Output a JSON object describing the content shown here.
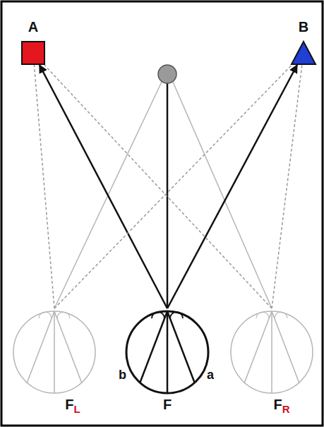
{
  "diagram": {
    "nodes": [
      {
        "text": [
          "A"
        ]
      },
      {
        "text": [
          "B"
        ]
      },
      {
        "text": [
          "F",
          "L"
        ]
      },
      {
        "text": [
          "F"
        ]
      },
      {
        "text": [
          "F",
          "R"
        ]
      }
    ],
    "edges": [
      {
        "from": 3,
        "to": 0,
        "arrow": "to"
      },
      {
        "from": 3,
        "to": 1,
        "arrow": "to"
      },
      {
        "from": 2,
        "to": 0,
        "arrow": "none"
      },
      {
        "from": 2,
        "to": 1,
        "arrow": "none"
      },
      {
        "from": 4,
        "to": 0,
        "arrow": "none"
      },
      {
        "from": 4,
        "to": 1,
        "arrow": "none"
      }
    ],
    "labels": [
      "b",
      "a"
    ]
  }
}
